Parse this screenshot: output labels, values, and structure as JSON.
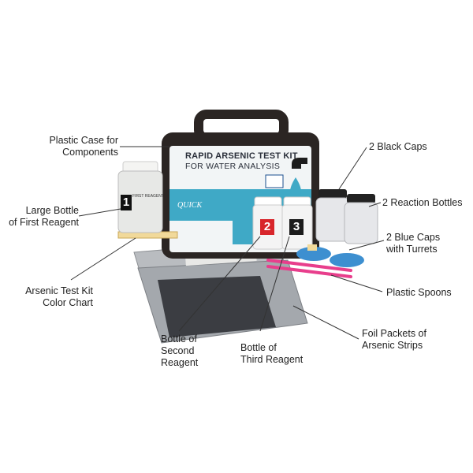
{
  "case": {
    "title_line1": "RAPID ARSENIC TEST KIT",
    "title_line2": "FOR WATER ANALYSIS",
    "brand": "QUICK",
    "bottle_label": "FIRST REAGENT",
    "bottle_numbers": [
      "1",
      "2",
      "3"
    ]
  },
  "callouts": [
    {
      "id": "plastic-case",
      "text_lines": [
        "Plastic Case for",
        "Components"
      ]
    },
    {
      "id": "black-caps",
      "text_lines": [
        "2 Black Caps"
      ]
    },
    {
      "id": "first-reagent",
      "text_lines": [
        "Large Bottle",
        "of First Reagent"
      ]
    },
    {
      "id": "reaction-bottles",
      "text_lines": [
        "2 Reaction Bottles"
      ]
    },
    {
      "id": "blue-caps",
      "text_lines": [
        "2 Blue Caps",
        "with Turrets"
      ]
    },
    {
      "id": "color-chart",
      "text_lines": [
        "Arsenic Test Kit",
        "Color Chart"
      ]
    },
    {
      "id": "plastic-spoons",
      "text_lines": [
        "Plastic Spoons"
      ]
    },
    {
      "id": "second-reagent",
      "text_lines": [
        "Bottle of",
        "Second",
        "Reagent"
      ]
    },
    {
      "id": "third-reagent",
      "text_lines": [
        "Bottle of",
        "Third Reagent"
      ]
    },
    {
      "id": "foil-packets",
      "text_lines": [
        "Foil Packets of",
        "Arsenic Strips"
      ]
    }
  ],
  "colors": {
    "case": "#2b2523",
    "water": "#3fa9c6",
    "cap_blue": "#3d8fd0",
    "spoon": "#e83e8c",
    "badge_red": "#d8262b"
  }
}
